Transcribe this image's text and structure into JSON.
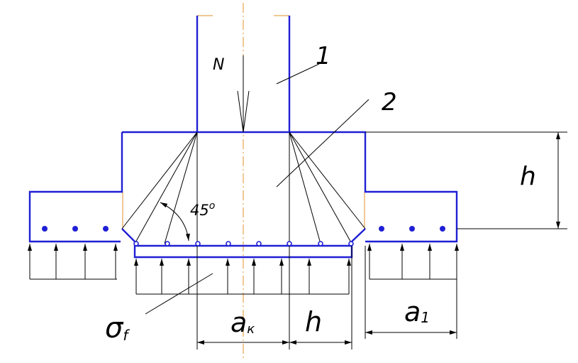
{
  "labels": {
    "force": "N",
    "column_callout": "1",
    "body_callout": "2",
    "height": "h",
    "angle": "45",
    "angle_unit": "o",
    "stress": "σ",
    "stress_subscript": "f",
    "column_width": "a",
    "column_width_subscript": "к",
    "bottom_height": "h",
    "step_width": "a",
    "step_width_subscript": "1"
  },
  "colors": {
    "outline": "#1f1fd6",
    "axis": "#e0902a",
    "lines": "#000000"
  }
}
